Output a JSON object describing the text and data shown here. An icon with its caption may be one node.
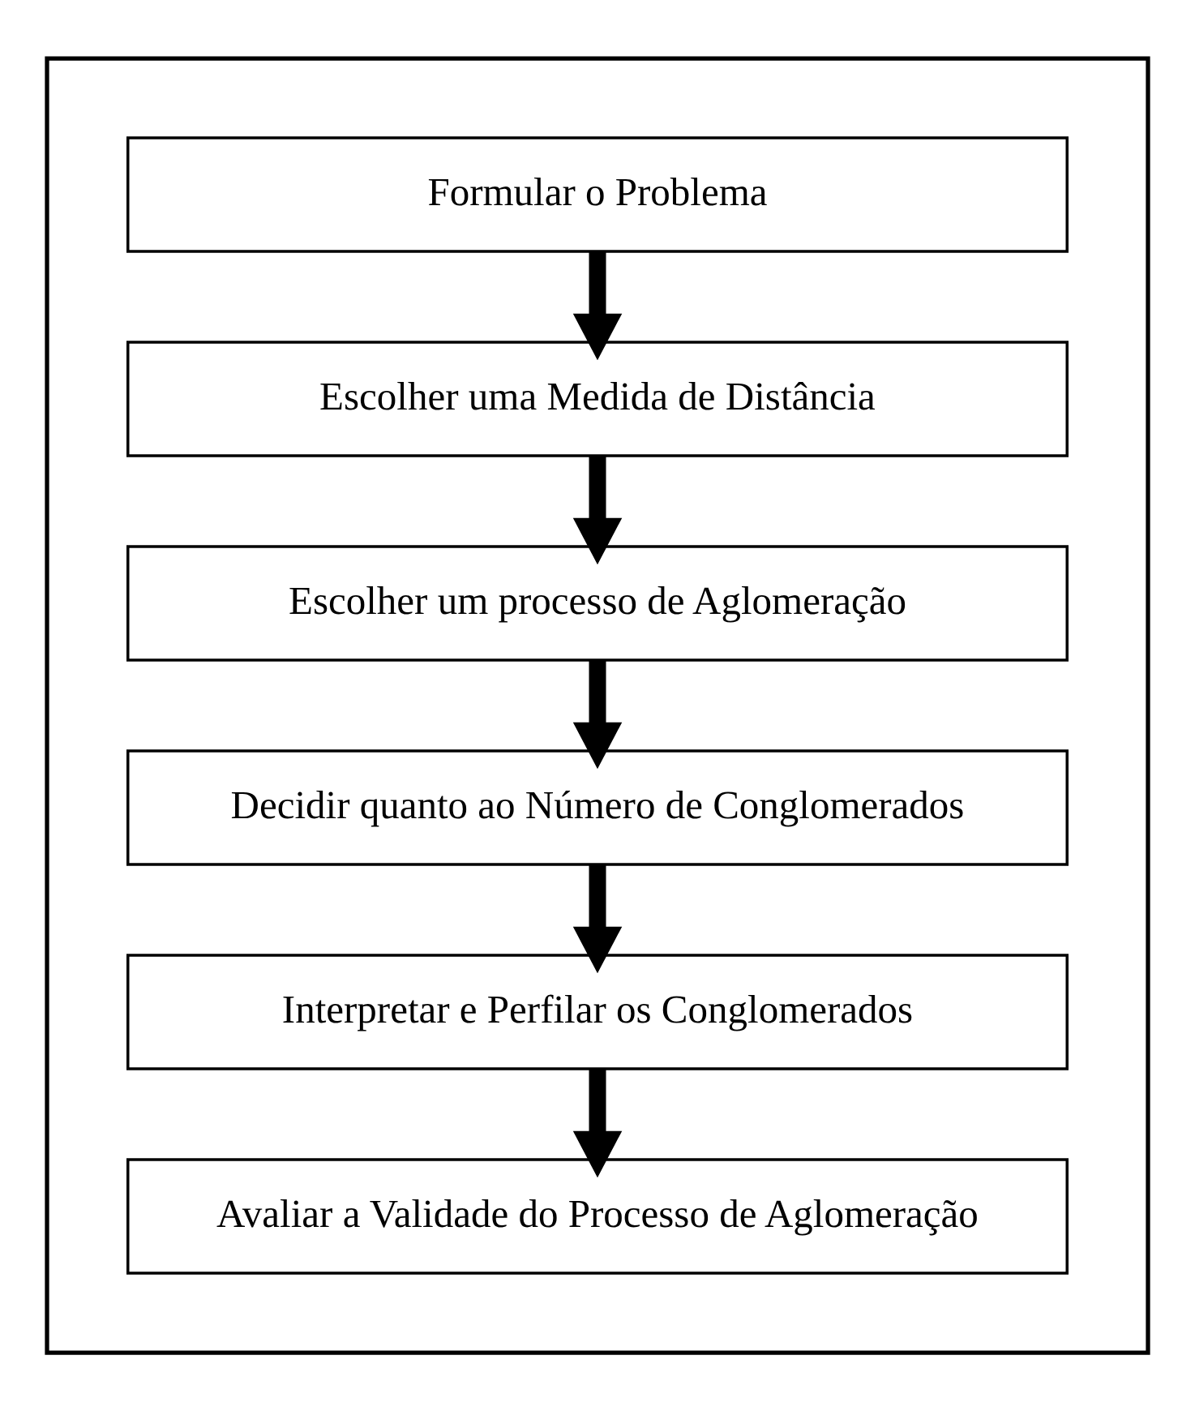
{
  "diagram": {
    "nodes": [
      {
        "text": [],
        "shape": "box"
      },
      {
        "text": [
          "Formular o Problema"
        ],
        "in": 0
      },
      {
        "text": [
          "Escolher uma Medida de Distância"
        ],
        "in": 0
      },
      {
        "text": [
          "Escolher um processo de Aglomeração"
        ],
        "in": 0
      },
      {
        "text": [
          "Decidir quanto ao Número de Conglomerados"
        ],
        "in": 0
      },
      {
        "text": [
          "Interpretar e Perfilar os Conglomerados"
        ],
        "in": 0
      },
      {
        "text": [
          "Avaliar a Validade do Processo de Aglomeração"
        ],
        "in": 0
      }
    ],
    "edges": [
      {
        "from": 1,
        "to": 2,
        "arrow": "to"
      },
      {
        "from": 2,
        "to": 3,
        "arrow": "to"
      },
      {
        "from": 3,
        "to": 4,
        "arrow": "to"
      },
      {
        "from": 4,
        "to": 5,
        "arrow": "to"
      },
      {
        "from": 5,
        "to": 6,
        "arrow": "to"
      }
    ]
  }
}
